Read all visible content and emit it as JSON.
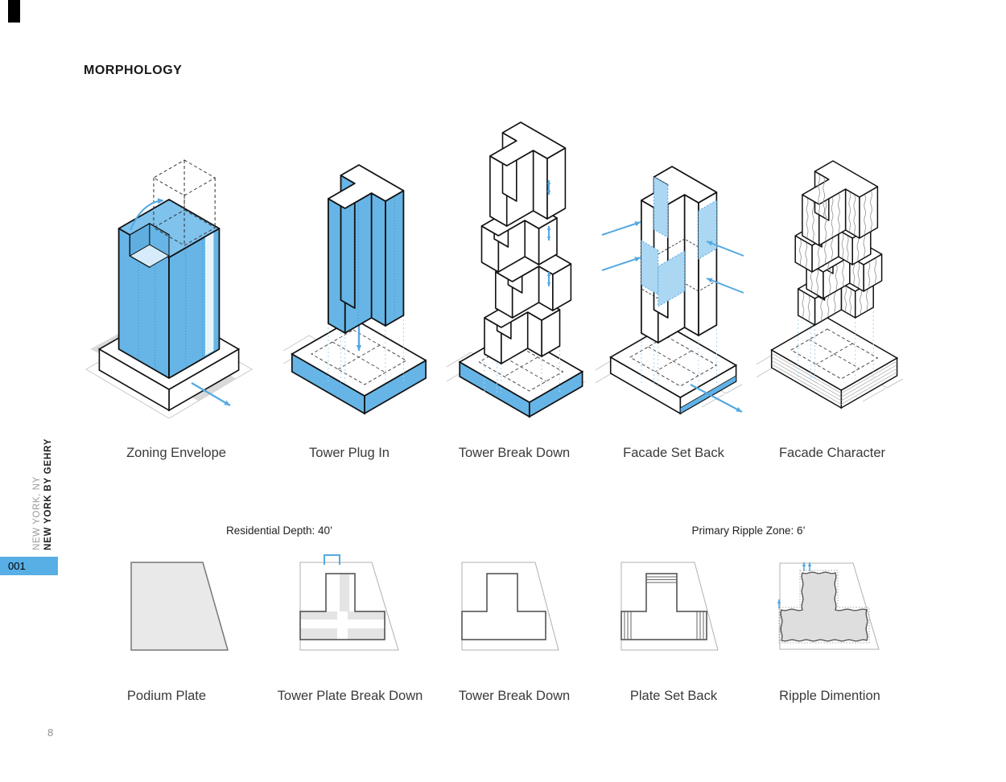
{
  "page": {
    "title": "MORPHOLOGY",
    "page_number": "8"
  },
  "sidebar": {
    "project_name": "NEW YORK BY GEHRY",
    "project_location": "NEW YORK, NY",
    "sheet_badge": "001"
  },
  "colors": {
    "accent_blue": "#54A9E0",
    "fill_blue": "#66B5E6",
    "fill_blue_light": "#7FC2EC",
    "panel_blue": "#ABD7F2",
    "drop_line_blue": "#A8D4F0",
    "badge_blue": "#58AFE5",
    "notch_floor_blue": "#D6ECFA",
    "plate_gray": "#E9E9E9",
    "band_gray": "#E4E4E4",
    "ground_gray": "#D9D9D9",
    "lot_line_gray": "#C9C9C9",
    "outline_dark": "#111111",
    "label_gray": "#3A3A3A"
  },
  "top_row": {
    "labels": [
      "Zoning Envelope",
      "Tower Plug In",
      "Tower Break Down",
      "Facade Set Back",
      "Facade Character"
    ]
  },
  "bottom_row": {
    "labels": [
      "Podium Plate",
      "Tower Plate Break Down",
      "Tower Break Down",
      "Plate Set Back",
      "Ripple Dimention"
    ],
    "annotations": [
      "Residential Depth: 40’",
      "Primary Ripple Zone: 6’"
    ]
  }
}
